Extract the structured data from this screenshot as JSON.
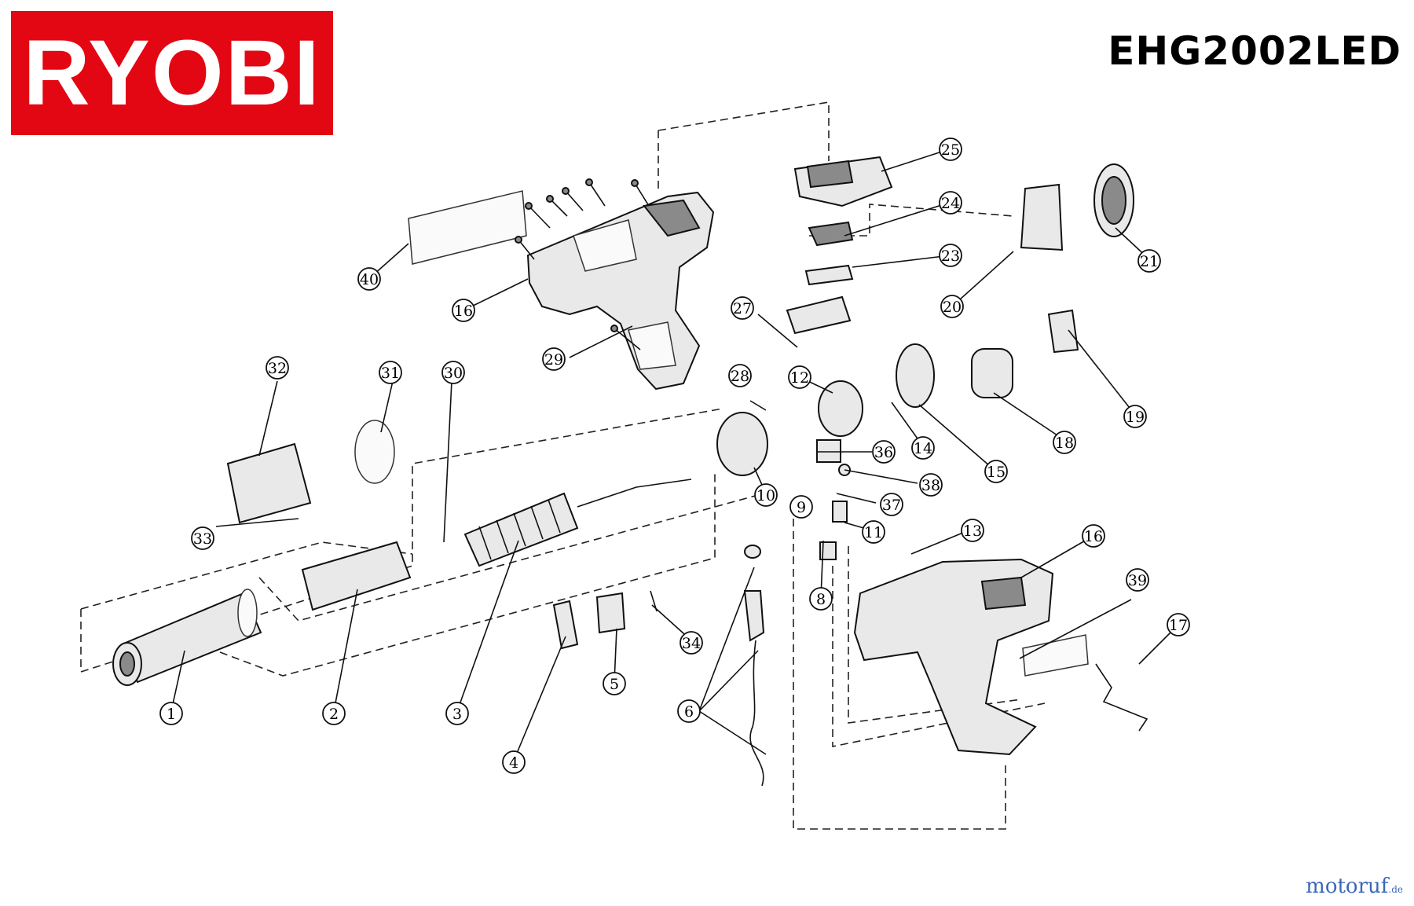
{
  "brand": {
    "name": "RYOBI",
    "color": "#e30613"
  },
  "model": "EHG2002LED",
  "watermark": {
    "name": "motoruf",
    "tld": ".de",
    "color": "#3b67b8"
  },
  "callouts": [
    "1",
    "2",
    "3",
    "4",
    "5",
    "6",
    "8",
    "9",
    "10",
    "11",
    "12",
    "13",
    "14",
    "15",
    "16",
    "16",
    "17",
    "18",
    "19",
    "20",
    "21",
    "23",
    "24",
    "25",
    "27",
    "28",
    "29",
    "30",
    "31",
    "32",
    "33",
    "34",
    "36",
    "37",
    "38",
    "39",
    "40"
  ]
}
